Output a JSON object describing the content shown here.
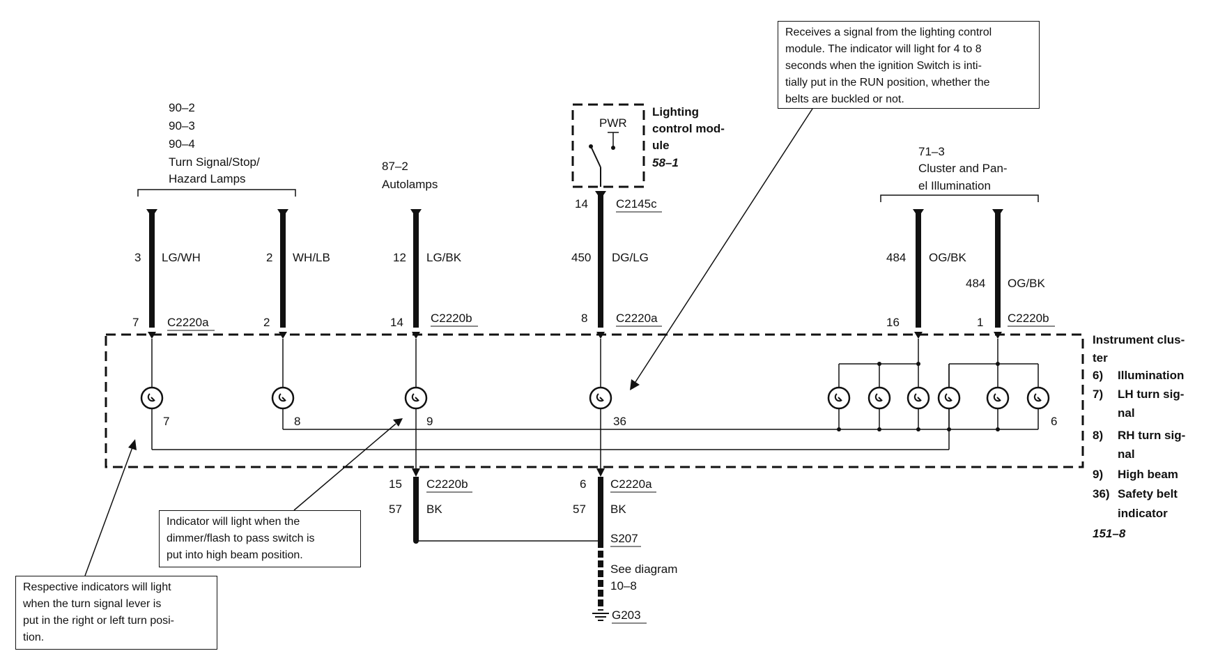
{
  "sources": {
    "turn": {
      "refs": [
        "90–2",
        "90–3",
        "90–4"
      ],
      "name_line1": "Turn Signal/Stop/",
      "name_line2": "Hazard Lamps"
    },
    "autolamps": {
      "ref": "87–2",
      "name": "Autolamps"
    },
    "lighting": {
      "pwr": "PWR",
      "line1": "Lighting",
      "line2": "control mod-",
      "line3": "ule",
      "ref": "58–1"
    },
    "cluster_illum": {
      "ref": "71–3",
      "name_line1": "Cluster and Pan-",
      "name_line2": "el Illumination"
    }
  },
  "wires": {
    "w1": {
      "circuit": "3",
      "color": "LG/WH",
      "pin": "7",
      "connector": "C2220a",
      "bulb": "7"
    },
    "w2": {
      "circuit": "2",
      "color": "WH/LB",
      "pin": "2",
      "bulb": "8"
    },
    "w3": {
      "circuit": "12",
      "color": "LG/BK",
      "pin": "14",
      "connector": "C2220b",
      "bulb": "9"
    },
    "w4": {
      "top_pin": "14",
      "top_connector": "C2145c",
      "circuit": "450",
      "color": "DG/LG",
      "pin": "8",
      "connector": "C2220a",
      "bulb": "36"
    },
    "w5": {
      "circuit": "484",
      "color": "OG/BK",
      "pin": "16"
    },
    "w6": {
      "circuit": "484",
      "color": "OG/BK",
      "pin": "1",
      "connector": "C2220b",
      "bulb": "6"
    }
  },
  "lower": {
    "left": {
      "pin": "15",
      "connector": "C2220b",
      "circuit": "57",
      "color": "BK"
    },
    "right": {
      "pin": "6",
      "connector": "C2220a",
      "circuit": "57",
      "color": "BK"
    },
    "splice": "S207",
    "see1": "See diagram",
    "see2": "10–8",
    "ground": "G203"
  },
  "legend": {
    "title1": "Instrument clus-",
    "title2": "ter",
    "items": [
      {
        "num": "6)",
        "l1": "Illumination",
        "l2": ""
      },
      {
        "num": "7)",
        "l1": "LH turn sig-",
        "l2": "nal"
      },
      {
        "num": "8)",
        "l1": "RH turn sig-",
        "l2": "nal"
      },
      {
        "num": "9)",
        "l1": "High beam",
        "l2": ""
      },
      {
        "num": "36)",
        "l1": "Safety belt",
        "l2": "indicator"
      }
    ],
    "ref": "151–8"
  },
  "callouts": {
    "top": [
      "Receives a signal from the lighting control",
      "module. The indicator will light for 4 to 8",
      "seconds when the ignition Switch is inti-",
      "tially put in the RUN position, whether the",
      "belts are buckled or not."
    ],
    "middle": [
      "Indicator will light when the",
      "dimmer/flash to pass switch is",
      "put into high beam position."
    ],
    "bottom": [
      "Respective indicators will light",
      "when the turn signal lever is",
      "put in the right or left turn posi-",
      "tion."
    ]
  }
}
